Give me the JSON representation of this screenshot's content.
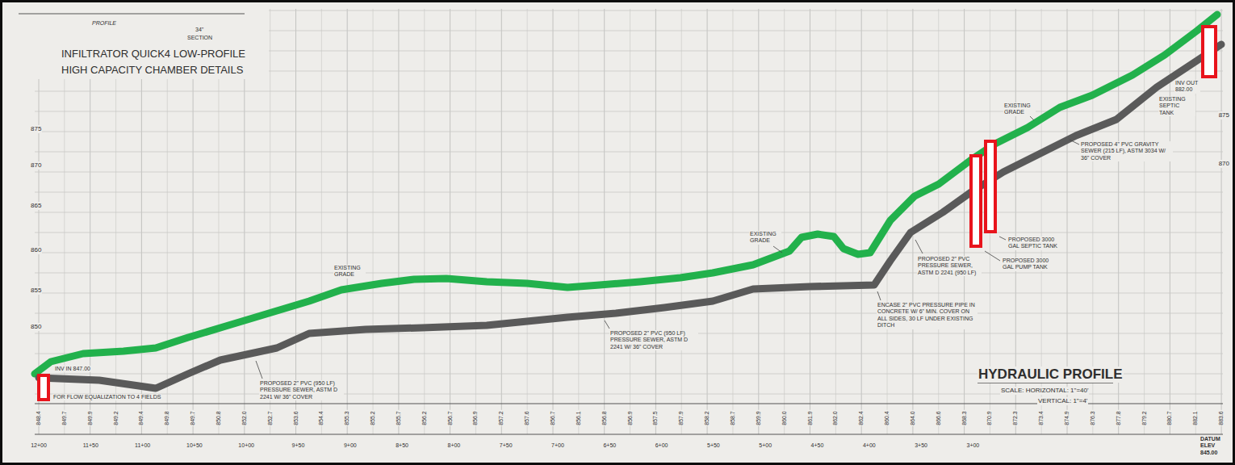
{
  "diagram": {
    "title": "HYDRAULIC PROFILE",
    "labels": [
      "PROFILE",
      "34\"",
      "SECTION",
      "INFILTRATOR QUICK4 LOW-PROFILE HIGH CAPACITY CHAMBER DETAILS",
      "875",
      "870",
      "865",
      "860",
      "855",
      "850",
      "875",
      "870",
      "EXISTING GRADE",
      "EXISTING GRADE",
      "EXISTING GRADE",
      "PROPOSED 4\" PVC GRAVITY SEWER (215 LF), ASTM 3034 W/ 36\" COVER",
      "INV OUT 882.00",
      "EXISTING SEPTIC TANK",
      "PROPOSED 3000 GAL SEPTIC TANK",
      "PROPOSED 3000 GAL PUMP TANK",
      "PROPOSED 2\" PVC PRESSURE SEWER, ASTM D 2241 (950 LF)",
      "ENCASE 2\" PVC PRESSURE PIPE IN CONCRETE W/ 6\" MIN. COVER ON ALL SIDES, 30 LF UNDER EXISTING DITCH",
      "PROPOSED 2\" PVC (950 LF) PRESSURE SEWER, ASTM D 2241 W/ 36\" COVER",
      "PROPOSED 2\" PVC (950 LF) PRESSURE SEWER, ASTM D 2241 W/ 36\" COVER",
      "INV IN 847.00",
      "FOR FLOW EQUALIZATION TO 4 FIELDS",
      "SCALE: HORIZONTAL: 1\"=40'",
      "VERTICAL: 1\"=4'",
      "DATUM ELEV 845.00",
      "12+00",
      "11+50",
      "11+00",
      "10+50",
      "10+00",
      "9+50",
      "9+00",
      "8+50",
      "8+00",
      "7+50",
      "7+00",
      "6+50",
      "6+00",
      "5+50",
      "5+00",
      "4+50",
      "4+00",
      "3+50",
      "3+00",
      "848.4",
      "849.7",
      "849.9",
      "849.2",
      "849.4",
      "849.8",
      "849.7",
      "850.8",
      "852.0",
      "852.7",
      "853.6",
      "854.4",
      "855.3",
      "855.2",
      "855.7",
      "856.2",
      "856.7",
      "856.9",
      "857.2",
      "857.6",
      "856.7",
      "856.1",
      "856.8",
      "856.9",
      "857.5",
      "857.9",
      "858.2",
      "858.7",
      "859.9",
      "860.0",
      "861.9",
      "862.0",
      "862.4",
      "860.4",
      "864.0",
      "866.6",
      "868.3",
      "870.9",
      "872.3",
      "873.4",
      "874.9",
      "876.3",
      "877.8",
      "879.2",
      "880.7",
      "882.1",
      "883.6"
    ]
  }
}
